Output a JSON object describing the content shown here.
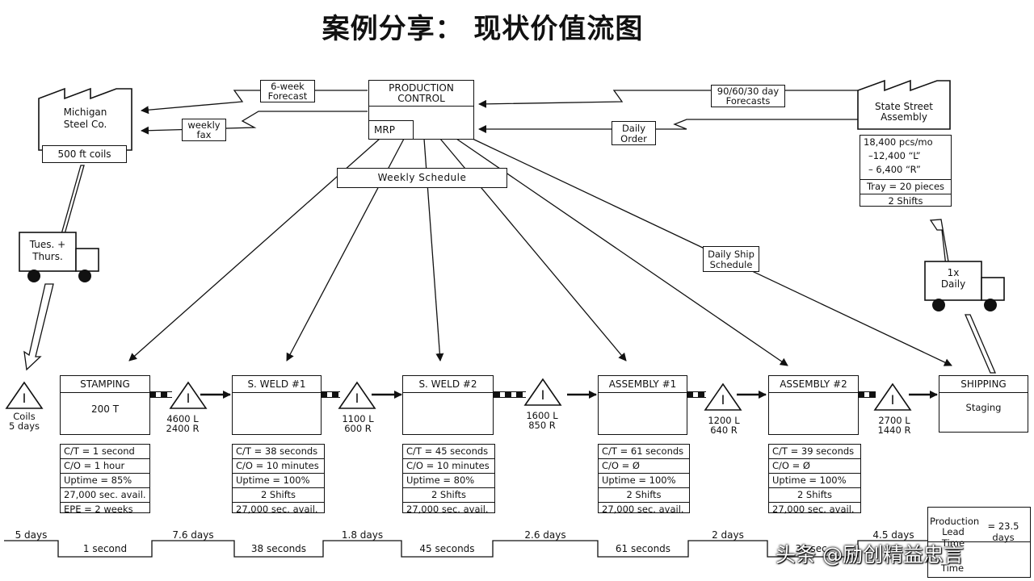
{
  "title": "案例分享：  现状价值流图",
  "production_control": {
    "title_line1": "PRODUCTION",
    "title_line2": "CONTROL",
    "mrp": "MRP"
  },
  "supplier": {
    "name_line1": "Michigan",
    "name_line2": "Steel Co.",
    "material": "500 ft coils"
  },
  "customer": {
    "name_line1": "State Street",
    "name_line2": "Assembly",
    "demand": [
      "18,400 pcs/mo",
      "–12,400  “L”",
      "– 6,400  “R”"
    ],
    "tray": "Tray = 20 pieces",
    "shifts": "2 Shifts"
  },
  "info_flows": {
    "forecast_6w_line1": "6-week",
    "forecast_6w_line2": "Forecast",
    "weekly_fax_line1": "weekly",
    "weekly_fax_line2": "fax",
    "forecast_90_line1": "90/60/30 day",
    "forecast_90_line2": "Forecasts",
    "daily_order_line1": "Daily",
    "daily_order_line2": "Order",
    "weekly_schedule": "Weekly Schedule",
    "daily_ship_line1": "Daily Ship",
    "daily_ship_line2": "Schedule"
  },
  "trucks": {
    "supplier_line1": "Tues. +",
    "supplier_line2": "Thurs.",
    "customer_line1": "1x",
    "customer_line2": "Daily"
  },
  "inventory_symbol": "I",
  "inventories": [
    {
      "line1": "Coils",
      "line2": "5 days"
    },
    {
      "line1": "4600 L",
      "line2": "2400 R"
    },
    {
      "line1": "1100 L",
      "line2": "600 R"
    },
    {
      "line1": "1600 L",
      "line2": "850 R"
    },
    {
      "line1": "1200 L",
      "line2": "640 R"
    },
    {
      "line1": "2700 L",
      "line2": "1440 R"
    }
  ],
  "processes": [
    {
      "name": "STAMPING",
      "body": "200 T",
      "data": [
        "C/T = 1 second",
        "C/O =  1 hour",
        "Uptime = 85%",
        "27,000 sec. avail.",
        "EPE = 2 weeks"
      ]
    },
    {
      "name": "S. WELD #1",
      "body": "",
      "data": [
        "C/T = 38 seconds",
        "C/O = 10 minutes",
        "Uptime = 100%",
        "2 Shifts",
        "27,000 sec. avail."
      ]
    },
    {
      "name": "S. WELD #2",
      "body": "",
      "data": [
        "C/T = 45 seconds",
        "C/O = 10 minutes",
        "Uptime = 80%",
        "2 Shifts",
        "27,000 sec. avail."
      ]
    },
    {
      "name": "ASSEMBLY #1",
      "body": "",
      "data": [
        "C/T = 61 seconds",
        "C/O =  Ø",
        "Uptime = 100%",
        "2 Shifts",
        "27,000 sec. avail."
      ]
    },
    {
      "name": "ASSEMBLY #2",
      "body": "",
      "data": [
        "C/T = 39 seconds",
        "C/O =  Ø",
        "Uptime = 100%",
        "2 Shifts",
        "27,000 sec. avail."
      ]
    },
    {
      "name": "SHIPPING",
      "body": "Staging",
      "data": []
    }
  ],
  "timeline": {
    "wait": [
      "5 days",
      "7.6 days",
      "1.8 days",
      "2.6 days",
      "2 days",
      "4.5 days"
    ],
    "process": [
      "1 second",
      "38 seconds",
      "45 seconds",
      "61 seconds",
      "39 sec."
    ]
  },
  "lead_time": {
    "label_line1": "Production",
    "label_line2": "Lead Time",
    "value": "= 23.5 days",
    "footer": "Time"
  },
  "watermark": "头条 @励创精益忠言",
  "colors": {
    "ink": "#111111",
    "background": "#ffffff"
  }
}
